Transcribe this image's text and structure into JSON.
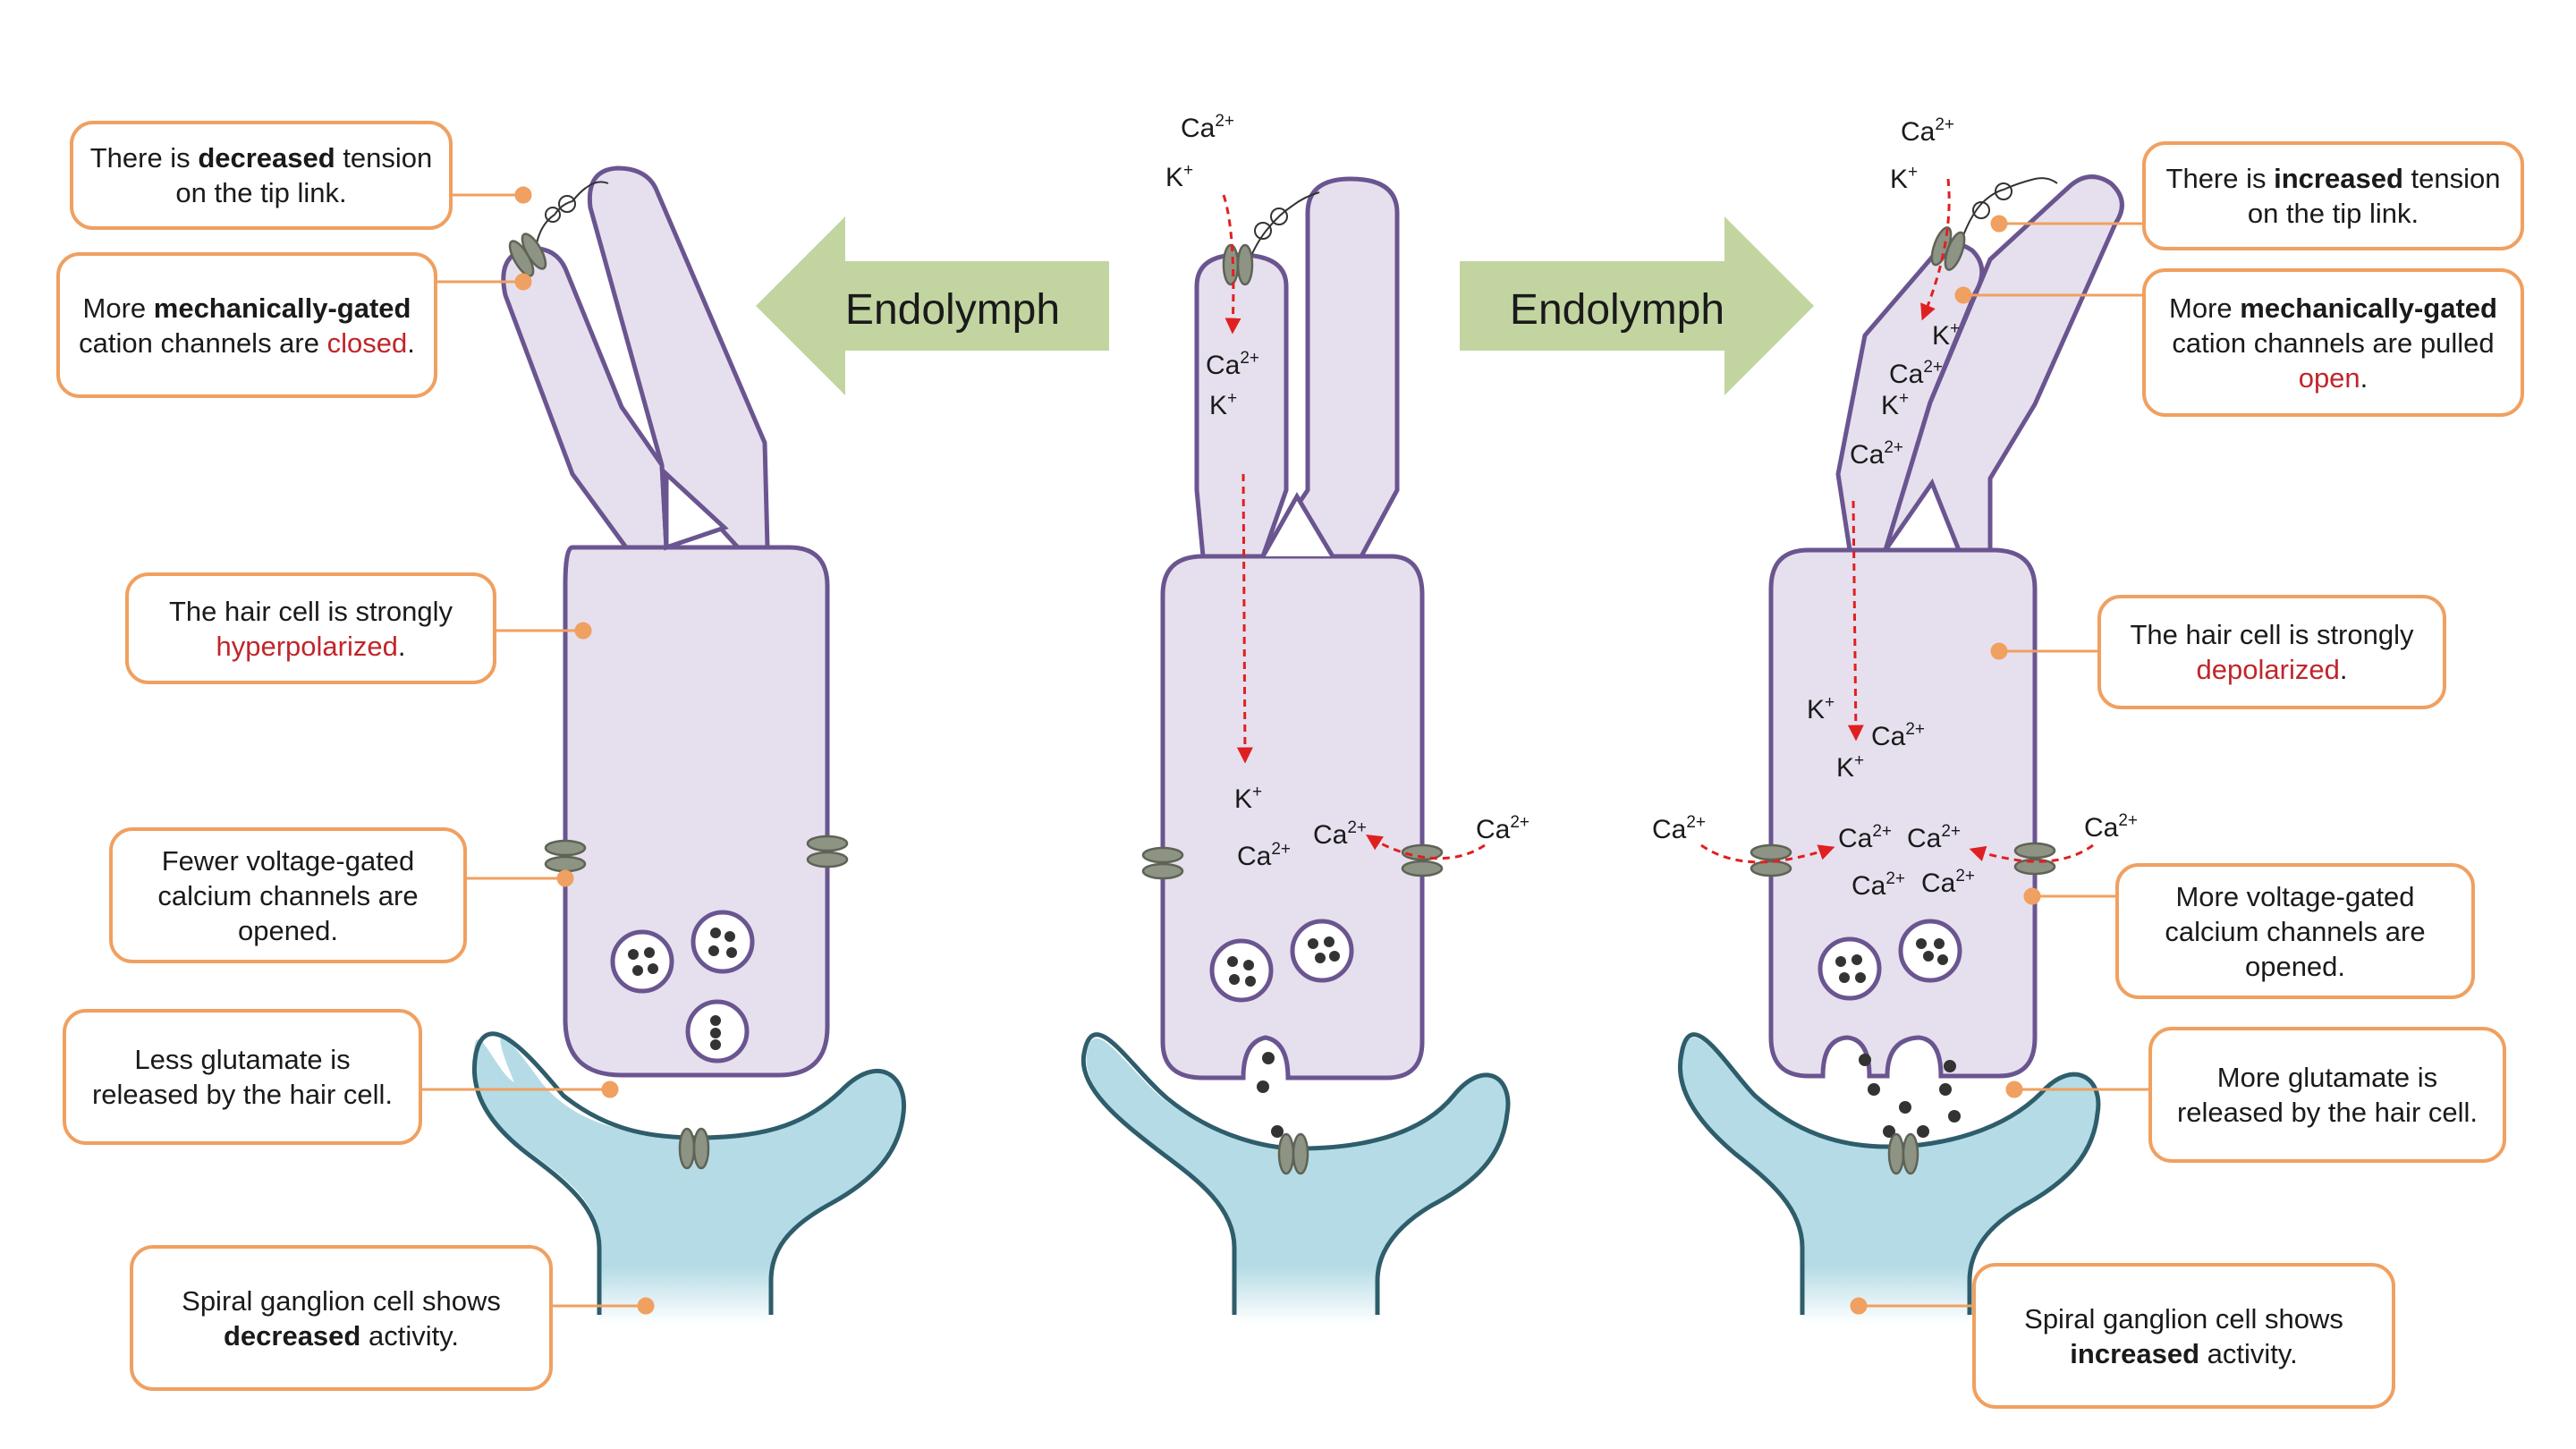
{
  "colors": {
    "cell_fill": "#E6E0EE",
    "cell_stroke": "#6A5590",
    "ganglion_fill": "#B5DCE6",
    "ganglion_stroke": "#2E5D6B",
    "arrow_fill": "#C2D5A1",
    "callout_border": "#F0A060",
    "emphasis_red": "#C0262B",
    "ion_arrow": "#E02020",
    "channel_fill": "#8E9483"
  },
  "arrows": {
    "left_label": "Endolymph",
    "right_label": "Endolymph"
  },
  "ions": {
    "ca": "Ca",
    "k": "K",
    "ca_sup": "2+",
    "k_sup": "+"
  },
  "left_panel": {
    "tip_link": {
      "pre": "There is ",
      "bold": "decreased",
      "post": " tension on the tip link."
    },
    "mech_channels": {
      "pre": "More ",
      "bold": "mechanically-gated",
      "mid": " cation channels are ",
      "red": "closed",
      "post": "."
    },
    "polarization": {
      "pre": "The hair cell is strongly ",
      "red": "hyperpolarized",
      "post": "."
    },
    "voltage_channels": {
      "text": "Fewer voltage-gated calcium channels are opened."
    },
    "glutamate": {
      "text": "Less glutamate is released by the hair cell."
    },
    "ganglion": {
      "pre": "Spiral ganglion cell shows ",
      "bold": "decreased",
      "post": " activity."
    }
  },
  "right_panel": {
    "tip_link": {
      "pre": "There is ",
      "bold": "increased",
      "post": " tension on the tip link."
    },
    "mech_channels": {
      "pre": "More ",
      "bold": "mechanically-gated",
      "mid": " cation channels are pulled ",
      "red": "open",
      "post": "."
    },
    "polarization": {
      "pre": "The hair cell is strongly ",
      "red": "depolarized",
      "post": "."
    },
    "voltage_channels": {
      "text": "More voltage-gated calcium channels are opened."
    },
    "glutamate": {
      "text": "More glutamate is released by the hair cell."
    },
    "ganglion": {
      "pre": "Spiral ganglion cell shows ",
      "bold": "increased",
      "post": " activity."
    }
  }
}
